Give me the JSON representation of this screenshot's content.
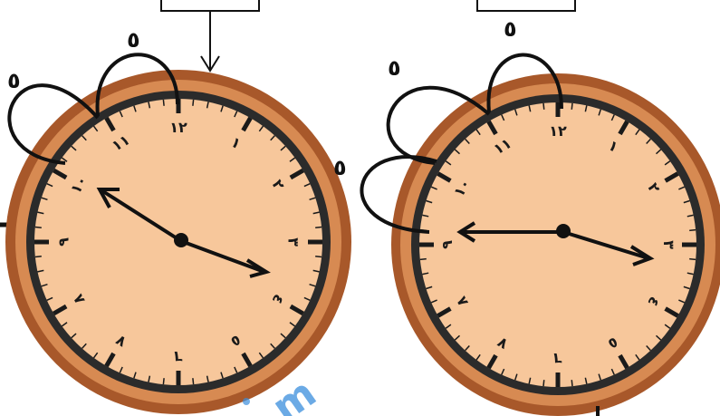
{
  "numerals": [
    "١٢",
    "١",
    "٢",
    "٣",
    "٤",
    "٥",
    "٦",
    "٧",
    "٨",
    "٩",
    "١٠",
    "١١"
  ],
  "jump_label": "٥",
  "colors": {
    "frame_outer": "#a8582a",
    "frame_inner": "#d78a52",
    "bezel": "#2b2b2b",
    "face": "#f7c79b",
    "ink": "#111111",
    "watermark": "#3a8ddc"
  },
  "clocks": [
    {
      "id": "left",
      "hour_hand_points_to": "١٠",
      "minute_hand_points_to": "٤",
      "jumps": 2,
      "has_arrow_above": true
    },
    {
      "id": "right",
      "hour_hand_points_to": "٩",
      "minute_hand_points_to": "٤",
      "jumps": 3,
      "has_arrow_above": false
    }
  ],
  "watermark": "m"
}
